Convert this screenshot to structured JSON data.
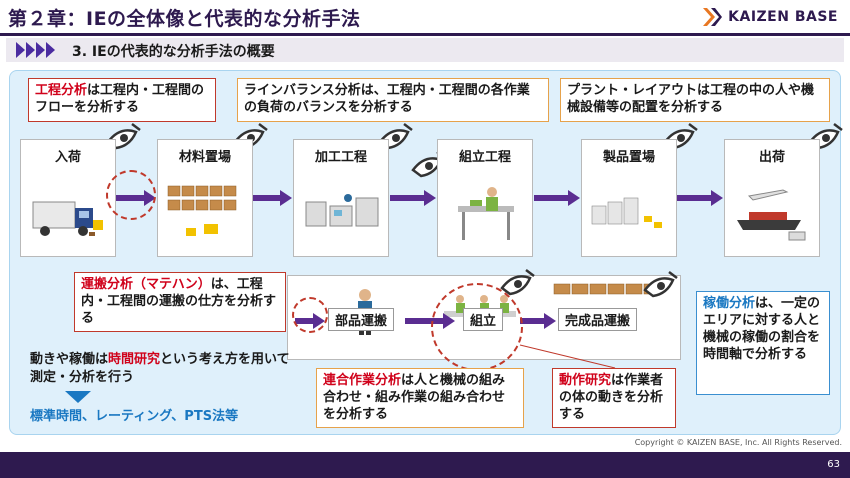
{
  "header": {
    "title": "第２章：IEの全体像と代表的な分析手法",
    "logo_text": "KAIZEN BASE"
  },
  "section": {
    "title": "3. IEの代表的な分析手法の概要"
  },
  "notes": {
    "process_analysis": {
      "highlight": "工程分析",
      "rest": "は工程内・工程間のフローを分析する"
    },
    "line_balance": {
      "text": "ラインバランス分析は、工程内・工程間の各作業の負荷のバランスを分析する"
    },
    "plant_layout": {
      "text": "プラント・レイアウトは工程の中の人や機械設備等の配置を分析する"
    },
    "handling_analysis": {
      "highlight": "運搬分析（マテハン）",
      "rest": "は、工程内・工程間の運搬の仕方を分析する"
    },
    "operation_analysis": {
      "highlight": "稼働分析",
      "rest": "は、一定のエリアに対する人と機械の稼働の割合を時間軸で分析する"
    },
    "combined_work": {
      "highlight": "連合作業分析",
      "rest": "は人と機械の組み合わせ・組み作業の組み合わせを分析する"
    },
    "motion_study": {
      "highlight": "動作研究",
      "rest": "は作業者の体の動きを分析する"
    }
  },
  "processes": [
    {
      "label": "入荷"
    },
    {
      "label": "材料置場"
    },
    {
      "label": "加工工程"
    },
    {
      "label": "組立工程"
    },
    {
      "label": "製品置場"
    },
    {
      "label": "出荷"
    }
  ],
  "sub_steps": [
    {
      "label": "部品運搬"
    },
    {
      "label": "組立"
    },
    {
      "label": "完成品運搬"
    }
  ],
  "time_study": {
    "prefix": "動きや稼働は",
    "highlight": "時間研究",
    "rest": "という考え方を用いて測定・分析を行う",
    "methods": "標準時間、レーティング、PTS法等"
  },
  "footer": {
    "copyright": "Copyright ©  KAIZEN BASE, Inc. All Rights Reserved.",
    "page": "63"
  },
  "colors": {
    "brand": "#2e1a4f",
    "arrow": "#5a2d91",
    "highlight_red": "#d0021b",
    "highlight_blue": "#1a78c2",
    "panel_bg": "#dff0fb"
  }
}
